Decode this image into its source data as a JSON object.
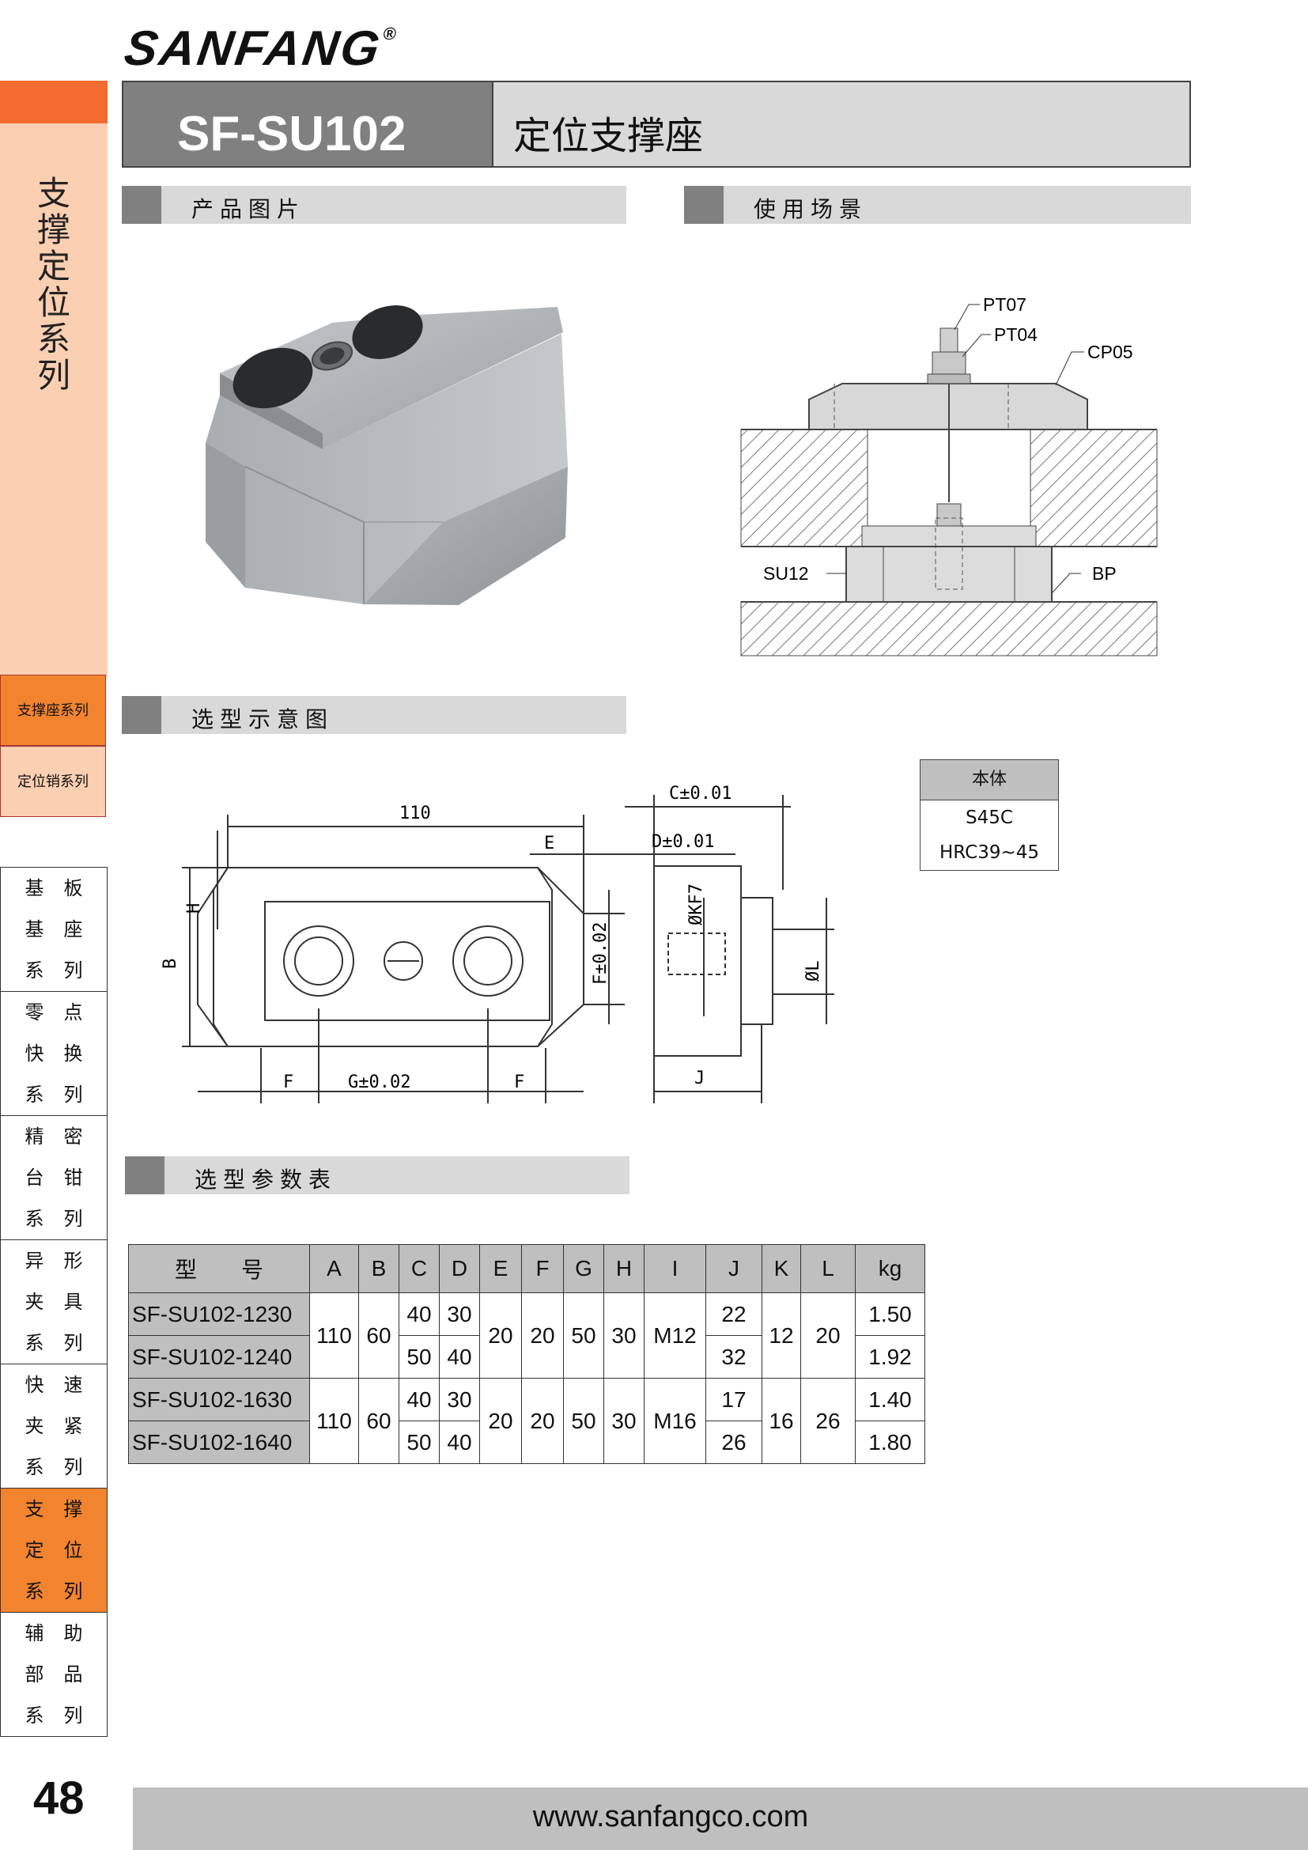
{
  "brand": {
    "logo": "SANFANG",
    "mark": "®"
  },
  "header": {
    "code": "SF-SU102",
    "name": "定位支撑座"
  },
  "sidebar": {
    "category_title": "支撑定位系列",
    "sub_items": [
      {
        "label": "支撑座系列",
        "active": true
      },
      {
        "label": "定位销系列",
        "active": false
      }
    ],
    "nav": [
      {
        "rows": [
          [
            "基",
            "板"
          ],
          [
            "基",
            "座"
          ],
          [
            "系",
            "列"
          ]
        ],
        "active": false
      },
      {
        "rows": [
          [
            "零",
            "点"
          ],
          [
            "快",
            "换"
          ],
          [
            "系",
            "列"
          ]
        ],
        "active": false
      },
      {
        "rows": [
          [
            "精",
            "密"
          ],
          [
            "台",
            "钳"
          ],
          [
            "系",
            "列"
          ]
        ],
        "active": false
      },
      {
        "rows": [
          [
            "异",
            "形"
          ],
          [
            "夹",
            "具"
          ],
          [
            "系",
            "列"
          ]
        ],
        "active": false
      },
      {
        "rows": [
          [
            "快",
            "速"
          ],
          [
            "夹",
            "紧"
          ],
          [
            "系",
            "列"
          ]
        ],
        "active": false
      },
      {
        "rows": [
          [
            "支",
            "撑"
          ],
          [
            "定",
            "位"
          ],
          [
            "系",
            "列"
          ]
        ],
        "active": true
      },
      {
        "rows": [
          [
            "辅",
            "助"
          ],
          [
            "部",
            "品"
          ],
          [
            "系",
            "列"
          ]
        ],
        "active": false
      }
    ]
  },
  "sections": {
    "product_image": "产品图片",
    "usage_scene": "使用场景",
    "selection_diagram": "选型示意图",
    "parameter_table": "选型参数表"
  },
  "usage_labels": {
    "pt07": "PT07",
    "pt04": "PT04",
    "cp05": "CP05",
    "su12": "SU12",
    "bp": "BP"
  },
  "dimension_labels": {
    "d110": "110",
    "E": "E",
    "H": "H",
    "B": "B",
    "F_tol": "F±0.02",
    "F1": "F",
    "F2": "F",
    "G_tol": "G±0.02",
    "C_tol": "C±0.01",
    "D_tol": "D±0.01",
    "KF7": "ØKF7",
    "L": "ØL",
    "J": "J"
  },
  "material": {
    "header": "本体",
    "values": [
      "S45C",
      "HRC39~45"
    ]
  },
  "table": {
    "headers": [
      "型　　号",
      "A",
      "B",
      "C",
      "D",
      "E",
      "F",
      "G",
      "H",
      "I",
      "J",
      "K",
      "L",
      "kg"
    ],
    "groups": [
      {
        "A": "110",
        "B": "60",
        "E": "20",
        "F": "20",
        "G": "50",
        "H": "30",
        "I": "M12",
        "K": "12",
        "L": "20",
        "rows": [
          {
            "model": "SF-SU102-1230",
            "C": "40",
            "D": "30",
            "J": "22",
            "kg": "1.50"
          },
          {
            "model": "SF-SU102-1240",
            "C": "50",
            "D": "40",
            "J": "32",
            "kg": "1.92"
          }
        ]
      },
      {
        "A": "110",
        "B": "60",
        "E": "20",
        "F": "20",
        "G": "50",
        "H": "30",
        "I": "M16",
        "K": "16",
        "L": "26",
        "rows": [
          {
            "model": "SF-SU102-1630",
            "C": "40",
            "D": "30",
            "J": "17",
            "kg": "1.40"
          },
          {
            "model": "SF-SU102-1640",
            "C": "50",
            "D": "40",
            "J": "26",
            "kg": "1.80"
          }
        ]
      }
    ]
  },
  "footer": {
    "page_number": "48",
    "url": "www.sanfangco.com"
  },
  "colors": {
    "accent": "#f26b2f",
    "accent_light": "#fbcfb1",
    "active": "#f2842f",
    "bar_gray": "#d9d9d9",
    "dark_gray": "#808080"
  }
}
